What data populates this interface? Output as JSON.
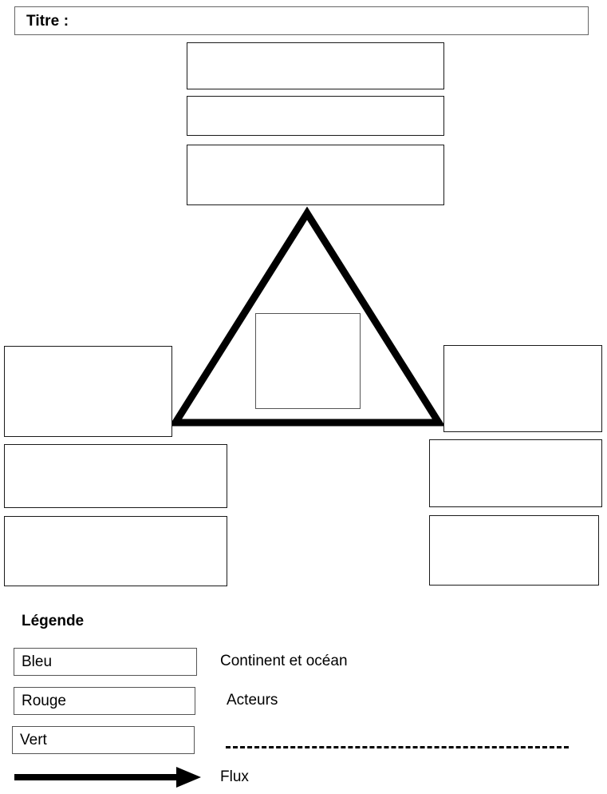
{
  "document": {
    "language": "fr",
    "kind": "schema-template",
    "background_color": "#ffffff",
    "line_color": "#555555",
    "accent_color": "#000000"
  },
  "title_bar": {
    "label": "Titre :"
  },
  "top_boxes": [
    {
      "id": "top-box-1",
      "label": ""
    },
    {
      "id": "top-box-2",
      "label": ""
    },
    {
      "id": "top-box-3",
      "label": ""
    }
  ],
  "triangle": {
    "name": "central-triangle",
    "stroke_color": "#000000",
    "stroke_width": 9,
    "inner_box": {
      "id": "triangle-inner-box",
      "label": ""
    }
  },
  "left_boxes": [
    {
      "id": "left-box-1",
      "label": ""
    },
    {
      "id": "left-box-2",
      "label": ""
    },
    {
      "id": "left-box-3",
      "label": ""
    }
  ],
  "right_boxes": [
    {
      "id": "right-box-1",
      "label": ""
    },
    {
      "id": "right-box-2",
      "label": ""
    },
    {
      "id": "right-box-3",
      "label": ""
    }
  ],
  "legend": {
    "heading": "Légende",
    "items": [
      {
        "swatch_label": "Bleu",
        "description": "Continent et océan"
      },
      {
        "swatch_label": "Rouge",
        "description": "Acteurs"
      },
      {
        "swatch_label": "Vert",
        "description": ""
      }
    ],
    "dashed_line": {
      "name": "dashed-line-symbol",
      "description": ""
    },
    "flux": {
      "symbol": "arrow",
      "label": "Flux"
    }
  }
}
